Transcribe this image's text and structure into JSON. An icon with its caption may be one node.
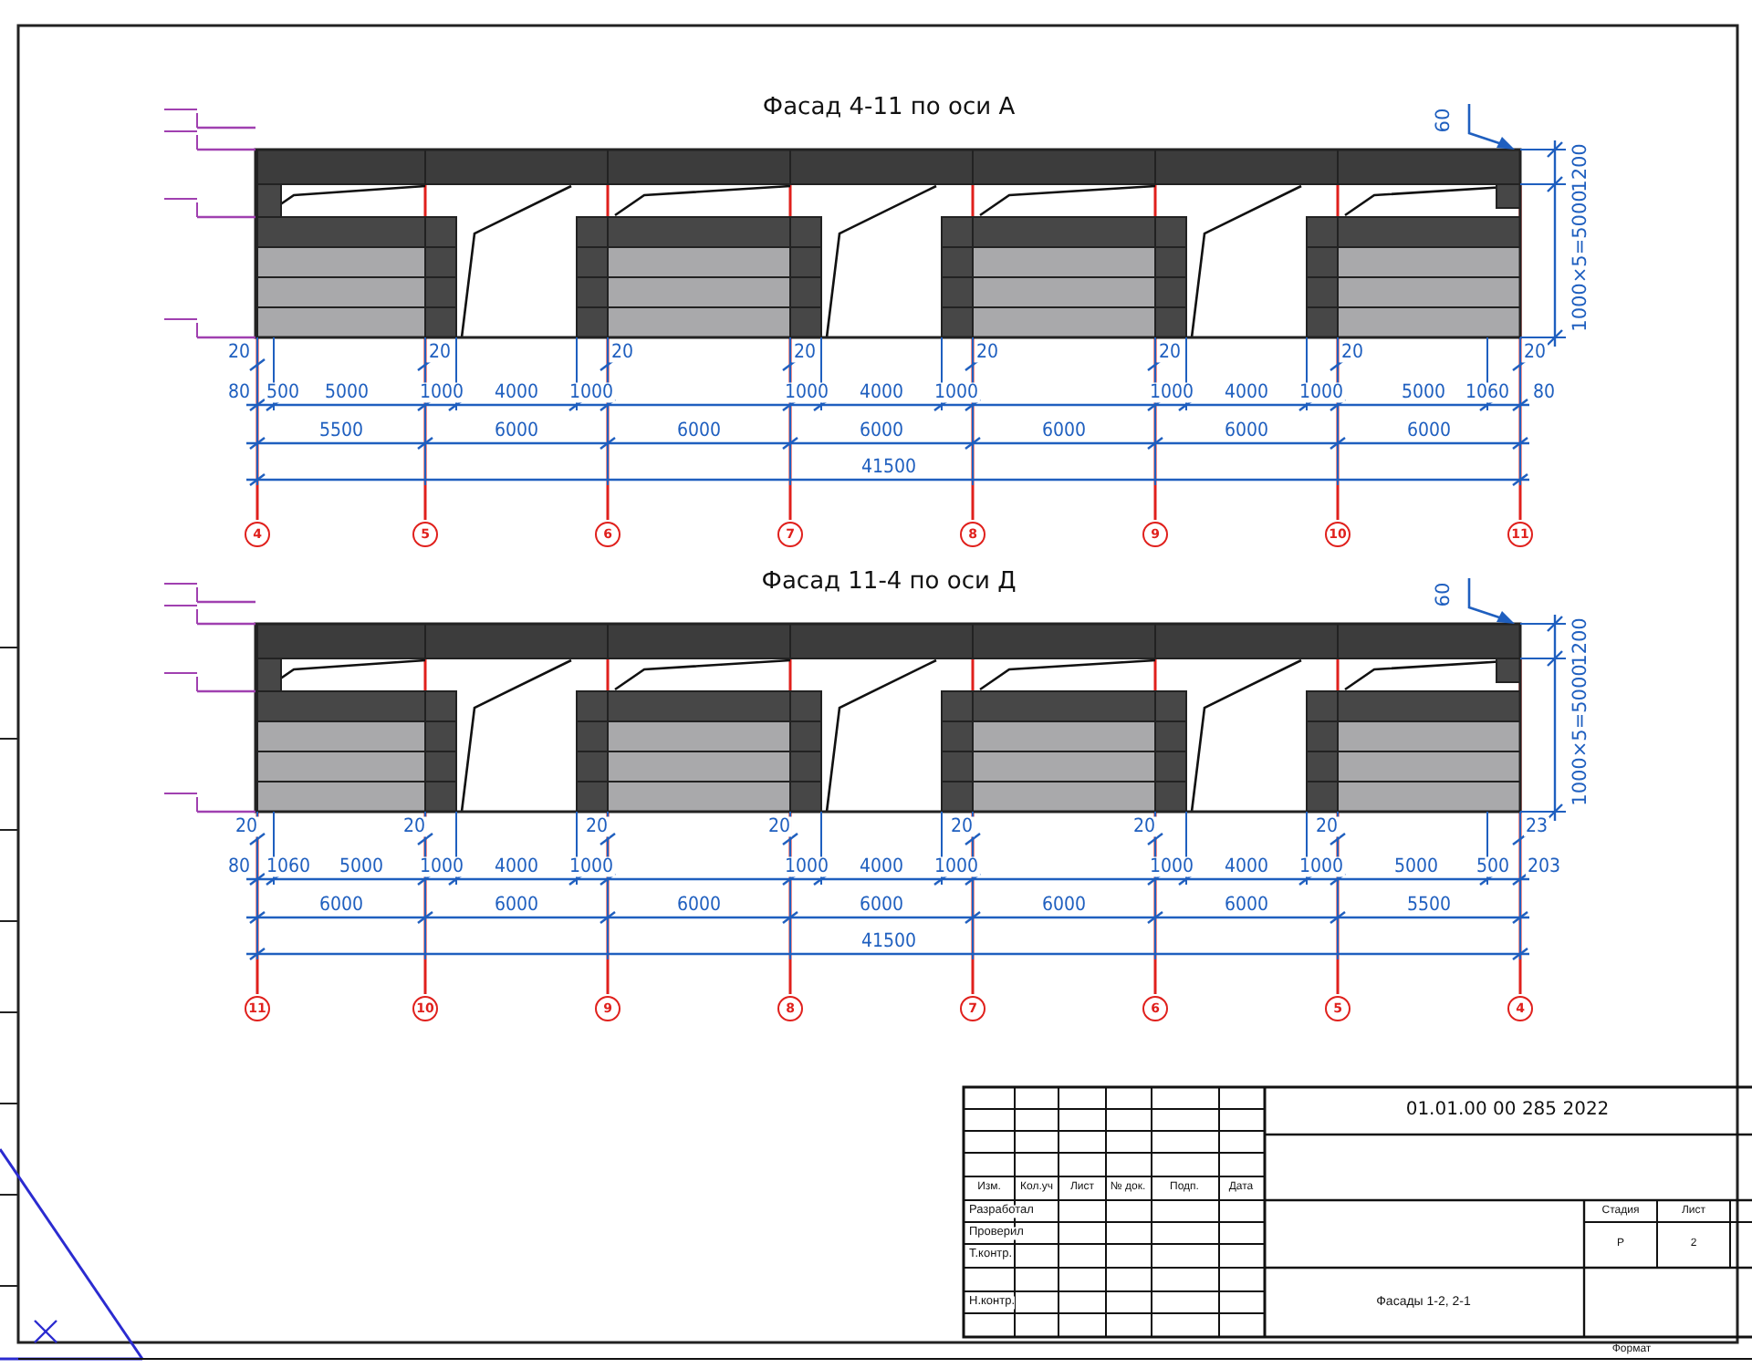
{
  "diagram": {
    "nodes": [
      {
        "text": [
          "4"
        ]
      },
      {
        "text": [
          "5"
        ]
      },
      {
        "text": [
          "6"
        ]
      },
      {
        "text": [
          "7"
        ]
      },
      {
        "text": [
          "8"
        ]
      },
      {
        "text": [
          "9"
        ]
      },
      {
        "text": [
          "10"
        ]
      },
      {
        "text": [
          "11"
        ]
      },
      {
        "text": [
          "11"
        ]
      },
      {
        "text": [
          "10"
        ]
      },
      {
        "text": [
          "9"
        ]
      },
      {
        "text": [
          "8"
        ]
      },
      {
        "text": [
          "7"
        ]
      },
      {
        "text": [
          "6"
        ]
      },
      {
        "text": [
          "5"
        ]
      },
      {
        "text": [
          "4"
        ]
      }
    ],
    "labels": [
      "Фасад 4-11 по оси А",
      "60",
      "1200",
      "1000×5=5000",
      "20",
      "20",
      "20",
      "20",
      "20",
      "20",
      "20",
      "20",
      "80",
      "500",
      "5000",
      "1000",
      "4000",
      "1000",
      "1000",
      "4000",
      "1000",
      "1000",
      "4000",
      "1000",
      "5000",
      "1060",
      "80",
      "5500",
      "6000",
      "6000",
      "6000",
      "6000",
      "6000",
      "6000",
      "41500",
      "Фасад 11-4 по оси Д",
      "60",
      "1200",
      "1000×5=5000",
      "20",
      "20",
      "20",
      "20",
      "20",
      "20",
      "20",
      "23",
      "80",
      "1060",
      "5000",
      "1000",
      "4000",
      "1000",
      "1000",
      "4000",
      "1000",
      "1000",
      "4000",
      "1000",
      "5000",
      "500",
      "203",
      "6000",
      "6000",
      "6000",
      "6000",
      "6000",
      "6000",
      "5500",
      "41500",
      "01.01.00 00 285 2022",
      "Изм.",
      "Кол.уч",
      "Лист",
      "№ док.",
      "Подп.",
      "Дата",
      "Разработал",
      "Проверил",
      "Т.контр.",
      "Н.контр.",
      "Фасады 1-2, 2-1",
      "Стадия",
      "Лист",
      "Р",
      "2",
      "Формат"
    ]
  }
}
